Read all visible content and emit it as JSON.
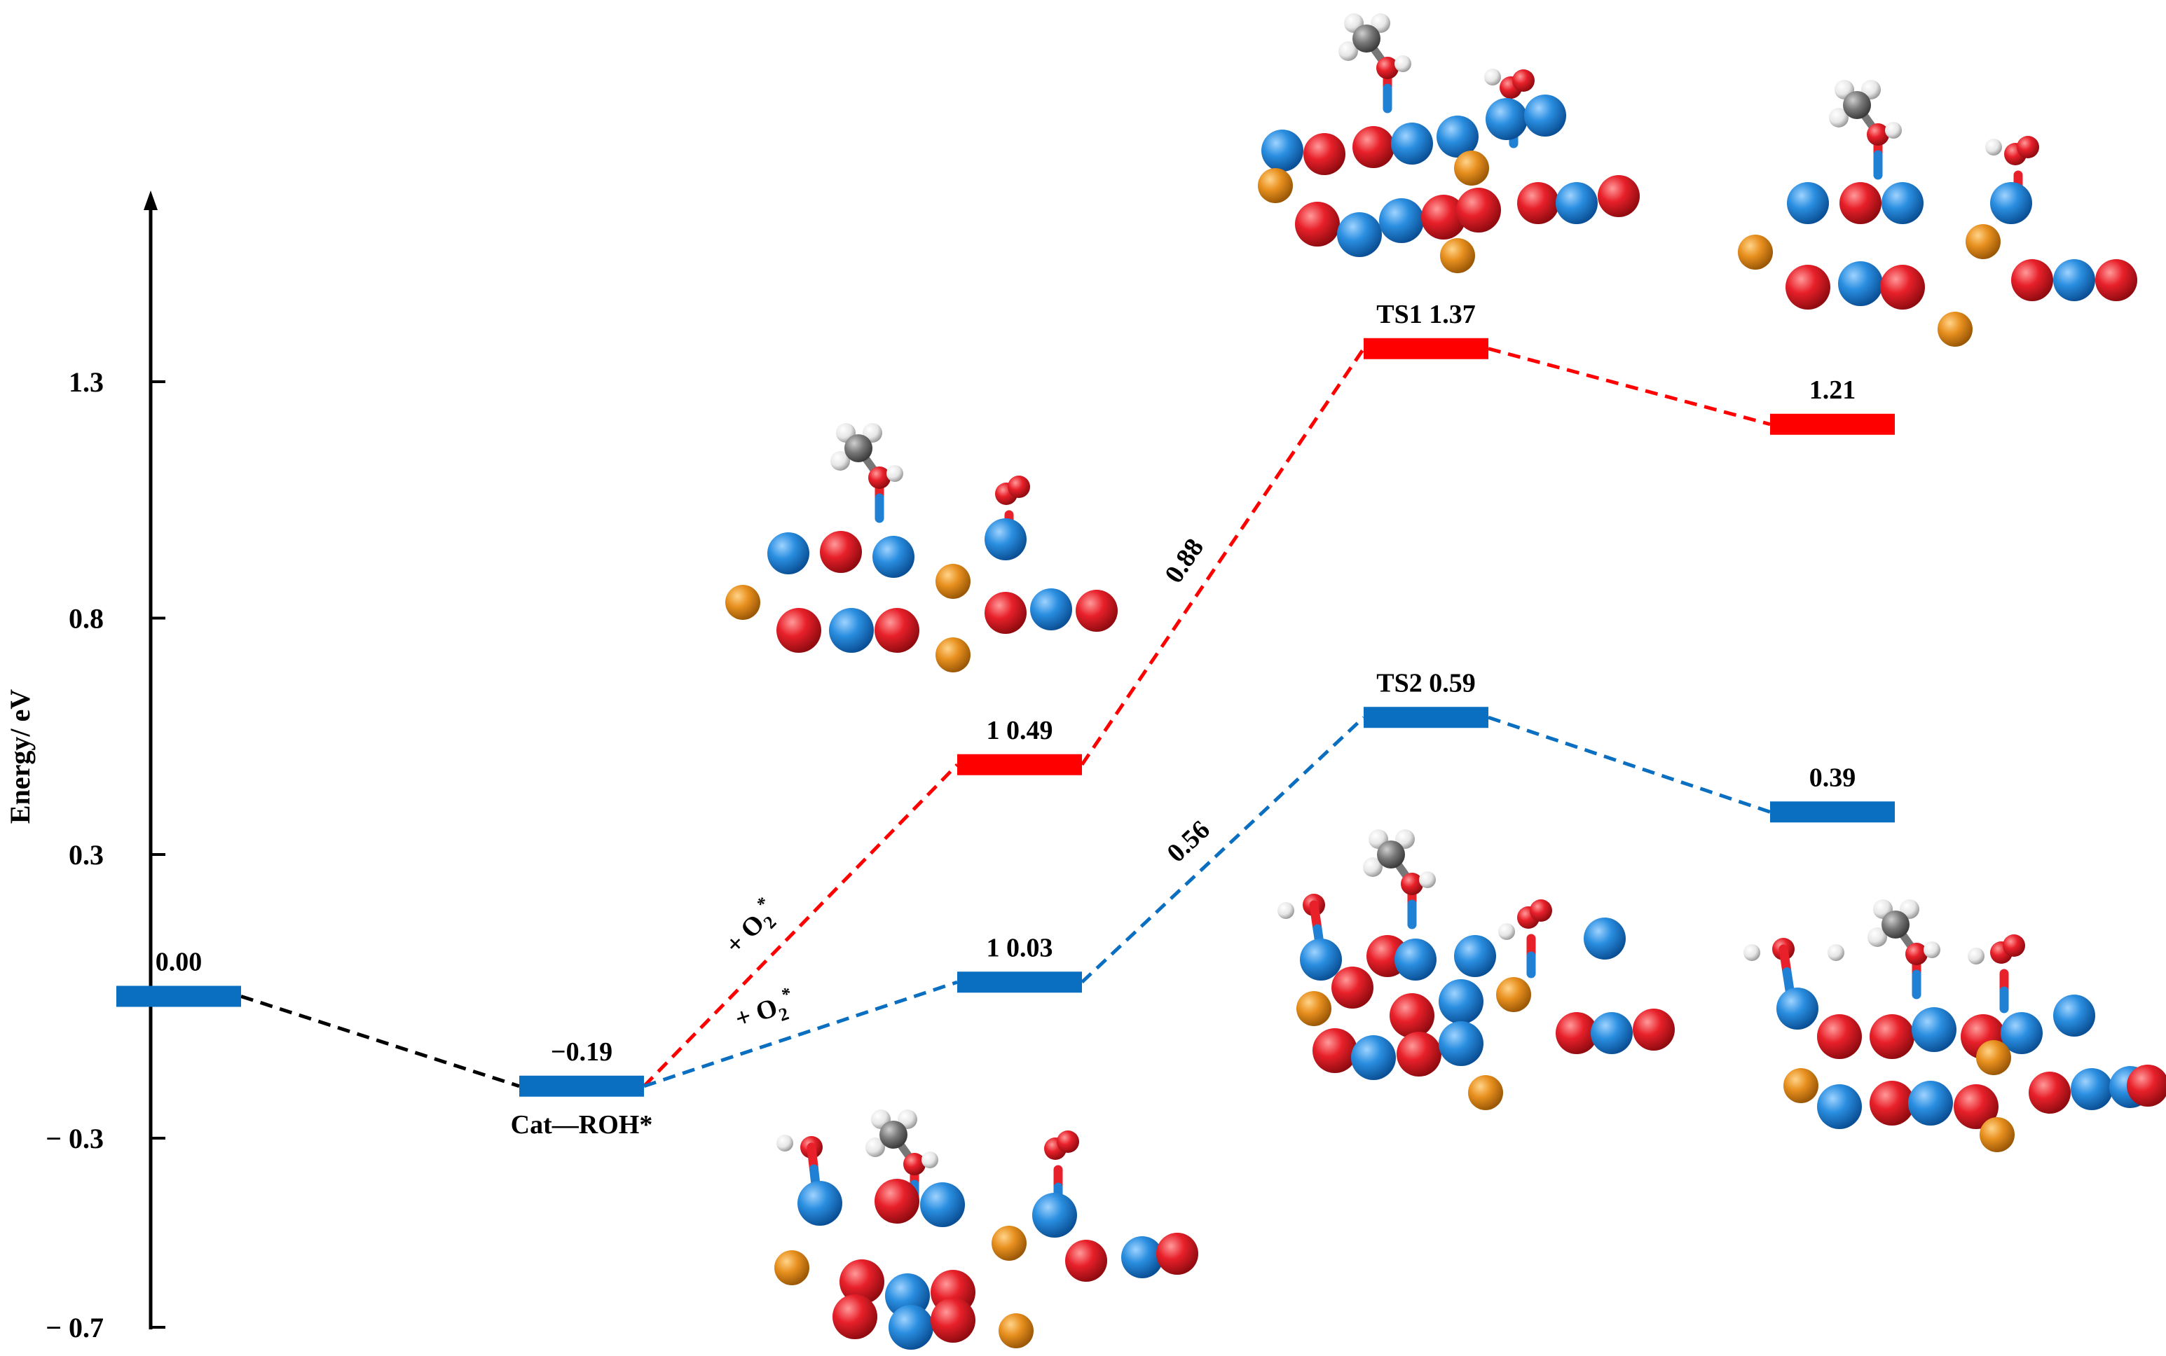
{
  "chart_data": {
    "type": "energy_profile",
    "title": "",
    "ylabel": "Energy/ eV",
    "xlabel": "",
    "ylim": [
      -0.7,
      1.7
    ],
    "yticks": [
      {
        "value": 1.3,
        "label": "1.3"
      },
      {
        "value": 0.8,
        "label": "0.8"
      },
      {
        "value": 0.3,
        "label": "0.3"
      },
      {
        "value": -0.3,
        "label": "− 0.3"
      },
      {
        "value": -0.7,
        "label": "− 0.7"
      }
    ],
    "levels": [
      {
        "id": "start",
        "slot": 0,
        "energy": 0.0,
        "label": "0.00",
        "color": "#0a6fc0"
      },
      {
        "id": "cat-roh",
        "slot": 1,
        "energy": -0.19,
        "label": "−0.19",
        "color": "#0a6fc0",
        "sublabel": "Cat—ROH*"
      },
      {
        "id": "red-1",
        "slot": 2,
        "energy": 0.49,
        "label": "1 0.49",
        "color": "#ff0000"
      },
      {
        "id": "blue-1",
        "slot": 2,
        "energy": 0.03,
        "label": "1 0.03",
        "color": "#0a6fc0"
      },
      {
        "id": "ts1",
        "slot": 3,
        "energy": 1.37,
        "label": "TS1 1.37",
        "color": "#ff0000"
      },
      {
        "id": "ts2",
        "slot": 3,
        "energy": 0.59,
        "label": "TS2 0.59",
        "color": "#0a6fc0"
      },
      {
        "id": "red-final",
        "slot": 4,
        "energy": 1.21,
        "label": "1.21",
        "color": "#ff0000"
      },
      {
        "id": "blue-final",
        "slot": 4,
        "energy": 0.39,
        "label": "0.39",
        "color": "#0a6fc0"
      }
    ],
    "connectors": [
      {
        "from": "start",
        "to": "cat-roh",
        "color": "#000000"
      },
      {
        "from": "cat-roh",
        "to": "red-1",
        "color": "#ff0000"
      },
      {
        "from": "red-1",
        "to": "ts1",
        "color": "#ff0000"
      },
      {
        "from": "ts1",
        "to": "red-final",
        "color": "#ff0000"
      },
      {
        "from": "cat-roh",
        "to": "blue-1",
        "color": "#0a6fc0"
      },
      {
        "from": "blue-1",
        "to": "ts2",
        "color": "#0a6fc0"
      },
      {
        "from": "ts2",
        "to": "blue-final",
        "color": "#0a6fc0"
      }
    ],
    "annotations": [
      {
        "id": "o2-red",
        "text": "+ O",
        "sub": "2",
        "sup": "*",
        "along": [
          "cat-roh",
          "red-1"
        ]
      },
      {
        "id": "o2-blue",
        "text": "+ O",
        "sub": "2",
        "sup": "*",
        "along": [
          "cat-roh",
          "blue-1"
        ]
      },
      {
        "id": "barrier-red",
        "text": "0.88",
        "along": [
          "red-1",
          "ts1"
        ]
      },
      {
        "id": "barrier-blue",
        "text": "0.56",
        "along": [
          "blue-1",
          "ts2"
        ]
      }
    ],
    "colors": {
      "red": "#ff0000",
      "blue": "#0a6fc0",
      "black": "#000000",
      "orange": "#e8901f",
      "white": "#f2f2f2",
      "gray": "#7a7a7a"
    }
  }
}
